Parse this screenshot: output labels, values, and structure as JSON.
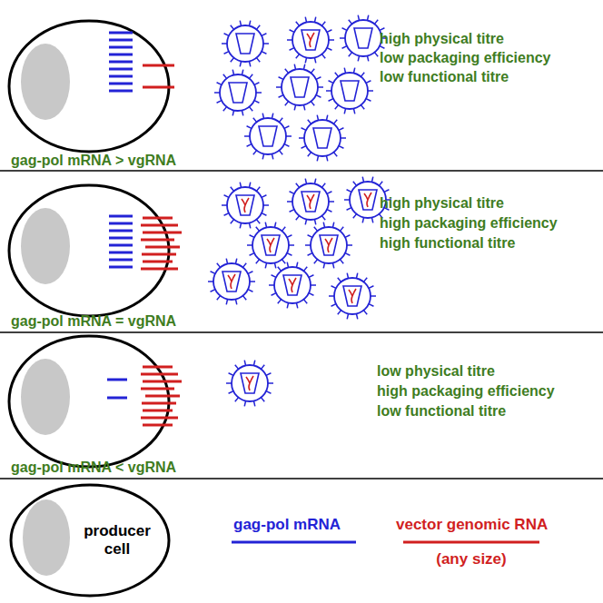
{
  "diagram": {
    "nodes": [
      {
        "text": [
          "producer cell"
        ]
      }
    ],
    "labels": [
      "high physical titre",
      "low packaging efficiency",
      "low functional titre",
      "gag-pol mRNA > vgRNA",
      "high physical titre",
      "high packaging efficiency",
      "high functional titre",
      "gag-pol mRNA = vgRNA",
      "low physical titre",
      "high packaging efficiency",
      "low functional titre",
      "gag-pol mRNA < vgRNA",
      "(any size)"
    ],
    "legend": [
      {
        "text": "gag-pol mRNA"
      },
      {
        "text": "vector genomic RNA"
      }
    ]
  }
}
